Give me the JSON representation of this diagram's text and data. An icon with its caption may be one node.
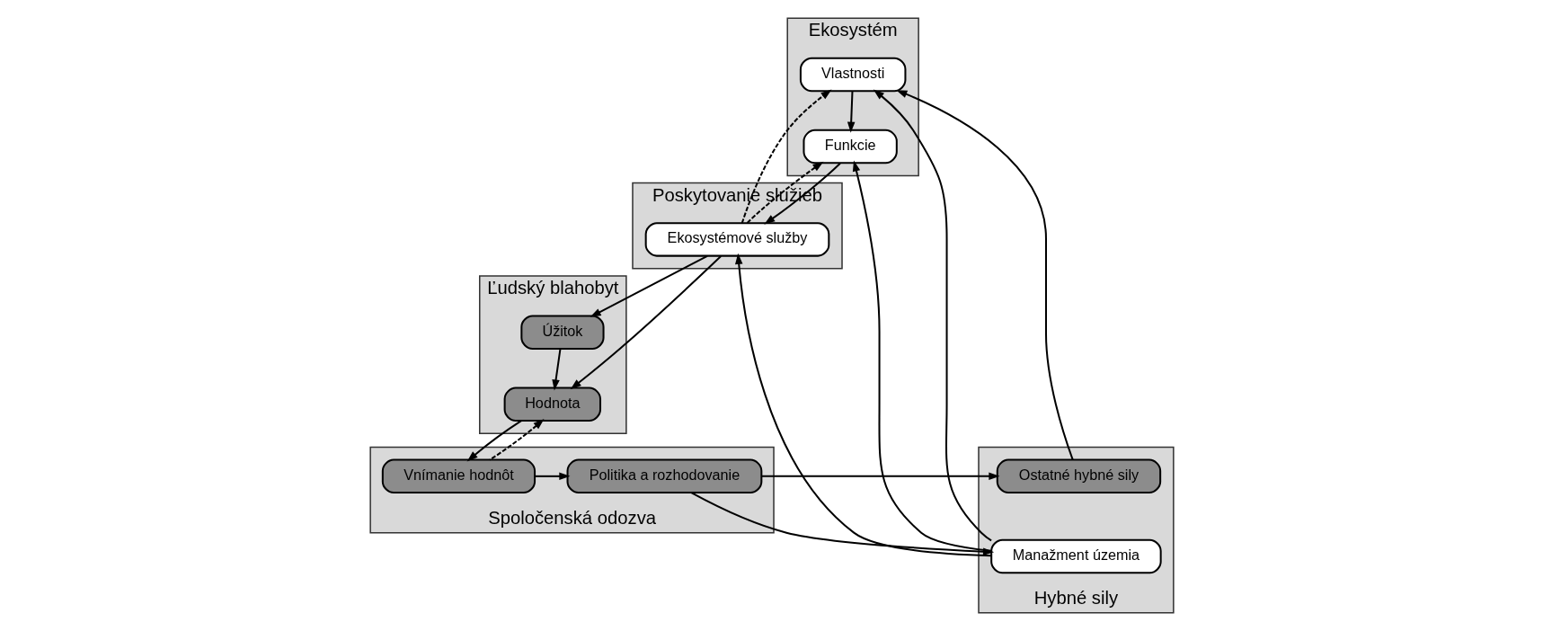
{
  "diagram": {
    "nodes": [
      {
        "text": [
          "Ekosystém"
        ]
      },
      {
        "text": [
          "Vlastnosti"
        ],
        "in": 0
      },
      {
        "text": [
          "Funkcie"
        ],
        "in": 0
      },
      {
        "text": [
          "Poskytovanie služieb"
        ]
      },
      {
        "text": [
          "Ekosystémové služby"
        ],
        "in": 3
      },
      {
        "text": [
          "Ľudský blahobyt"
        ]
      },
      {
        "text": [
          "Úžitok"
        ],
        "in": 5
      },
      {
        "text": [
          "Hodnota"
        ],
        "in": 5
      },
      {
        "text": [
          "Hybné sily"
        ]
      },
      {
        "text": [
          "Manažment územia"
        ],
        "in": 8
      },
      {
        "text": [
          "Ostatné hybné sily"
        ],
        "in": 8
      },
      {
        "text": [
          "Spoločenská odozva"
        ]
      },
      {
        "text": [
          "Politika a rozhodovanie"
        ],
        "in": 11
      },
      {
        "text": [
          "Vnímanie hodnôt"
        ],
        "in": 11
      }
    ],
    "edges": [
      {
        "from": 1,
        "to": 2,
        "arrow": "to"
      },
      {
        "from": 4,
        "to": 1,
        "arrow": "to",
        "style": "dashed"
      },
      {
        "from": 4,
        "to": 2,
        "arrow": "to",
        "style": "dashed"
      },
      {
        "from": 2,
        "to": 4,
        "arrow": "to"
      },
      {
        "from": 4,
        "to": 6,
        "arrow": "to"
      },
      {
        "from": 4,
        "to": 7,
        "arrow": "to"
      },
      {
        "from": 6,
        "to": 7,
        "arrow": "to"
      },
      {
        "from": 7,
        "to": 13,
        "arrow": "to"
      },
      {
        "from": 13,
        "to": 7,
        "arrow": "to",
        "style": "dashed"
      },
      {
        "from": 13,
        "to": 12,
        "arrow": "to"
      },
      {
        "from": 12,
        "to": 10,
        "arrow": "to"
      },
      {
        "from": 12,
        "to": 9,
        "arrow": "to"
      },
      {
        "from": 9,
        "to": 1,
        "arrow": "to"
      },
      {
        "from": 9,
        "to": 2,
        "arrow": "to"
      },
      {
        "from": 9,
        "to": 4,
        "arrow": "to"
      },
      {
        "from": 10,
        "to": 1,
        "arrow": "to"
      }
    ]
  }
}
